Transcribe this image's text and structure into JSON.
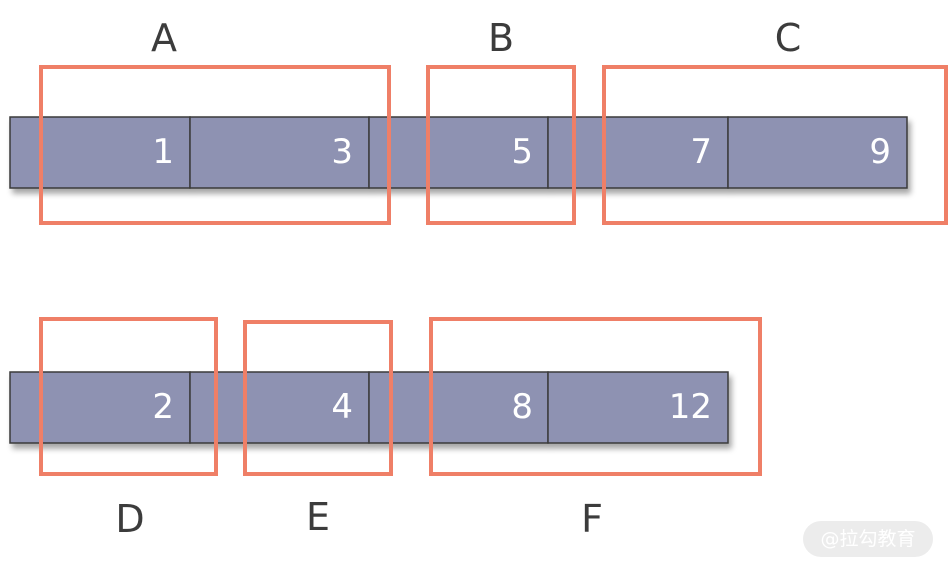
{
  "rows": [
    {
      "cells": [
        "1",
        "3",
        "5",
        "7",
        "9"
      ],
      "ranges": [
        {
          "label": "A",
          "label_pos": "above"
        },
        {
          "label": "B",
          "label_pos": "above"
        },
        {
          "label": "C",
          "label_pos": "above"
        }
      ]
    },
    {
      "cells": [
        "2",
        "4",
        "8",
        "12"
      ],
      "ranges": [
        {
          "label": "D",
          "label_pos": "below"
        },
        {
          "label": "E",
          "label_pos": "below"
        },
        {
          "label": "F",
          "label_pos": "below"
        }
      ]
    }
  ],
  "watermark": "@拉勾教育",
  "colors": {
    "cell_fill": "#8e92b2",
    "range_stroke": "#ef7f67",
    "letter_text": "#3c3c3c",
    "number_text": "#ffffff"
  }
}
